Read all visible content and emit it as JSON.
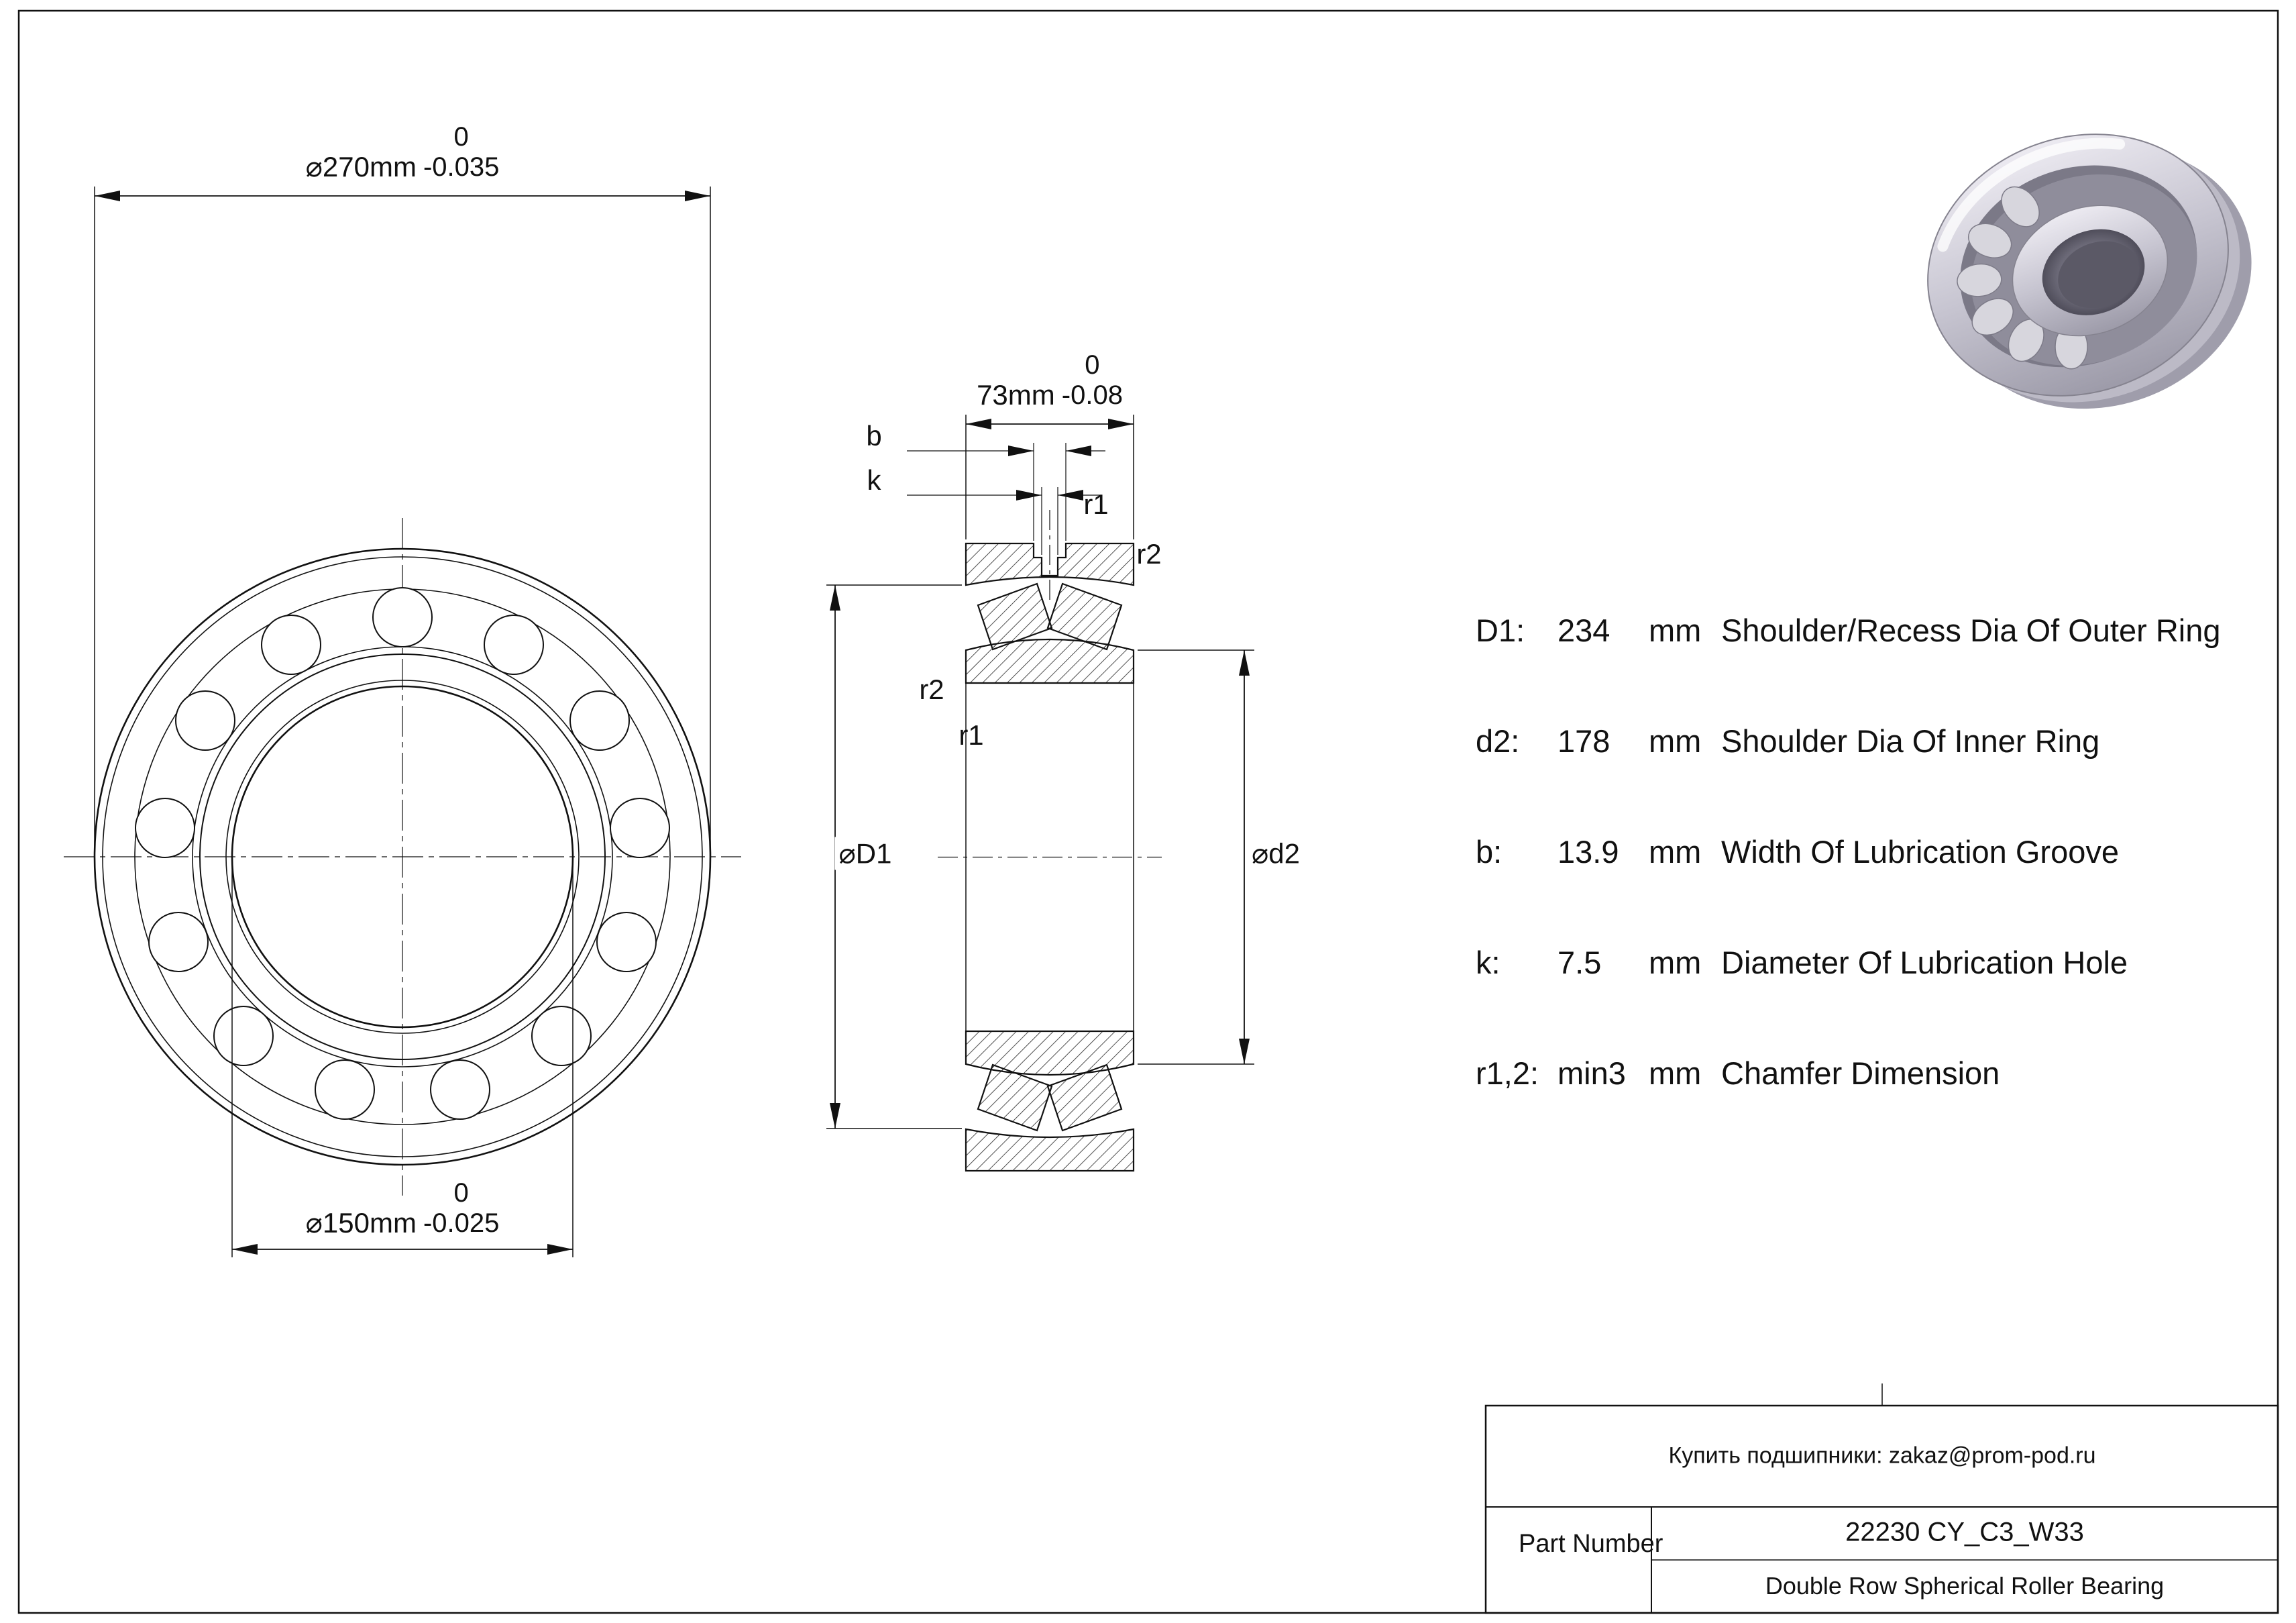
{
  "colors": {
    "line": "#111111",
    "background": "#ffffff",
    "metal_light": "#d9d8e0",
    "metal_dark": "#6b6977"
  },
  "front_view": {
    "outer_dim": {
      "dia_text": "⌀270mm",
      "tol_upper": "0",
      "tol_lower": "-0.035"
    },
    "bore_dim": {
      "dia_text": "⌀150mm",
      "tol_upper": "0",
      "tol_lower": "-0.025"
    }
  },
  "section_view": {
    "width_dim": {
      "text": "73mm",
      "tol_upper": "0",
      "tol_lower": "-0.08"
    },
    "labels": {
      "b": "b",
      "k": "k",
      "r1_top": "r1",
      "r2_top": "r2",
      "r2_side": "r2",
      "r1_side": "r1",
      "d1": "⌀D1",
      "d2": "⌀d2"
    }
  },
  "specs": {
    "rows": [
      {
        "label": "D1:",
        "value": "234",
        "unit": "mm",
        "desc": "Shoulder/Recess Dia Of Outer Ring"
      },
      {
        "label": "d2:",
        "value": "178",
        "unit": "mm",
        "desc": "Shoulder Dia Of Inner Ring"
      },
      {
        "label": "b:",
        "value": "13.9",
        "unit": "mm",
        "desc": "Width Of Lubrication Groove"
      },
      {
        "label": "k:",
        "value": "7.5",
        "unit": "mm",
        "desc": "Diameter Of Lubrication Hole"
      },
      {
        "label": "r1,2:",
        "value": "min3",
        "unit": "mm",
        "desc": "Chamfer Dimension"
      }
    ]
  },
  "title_block": {
    "contact": "Купить подшипники: zakaz@prom-pod.ru",
    "part_label": "Part Number",
    "part_number": "22230 CY_C3_W33",
    "part_desc": "Double Row Spherical Roller Bearing"
  }
}
